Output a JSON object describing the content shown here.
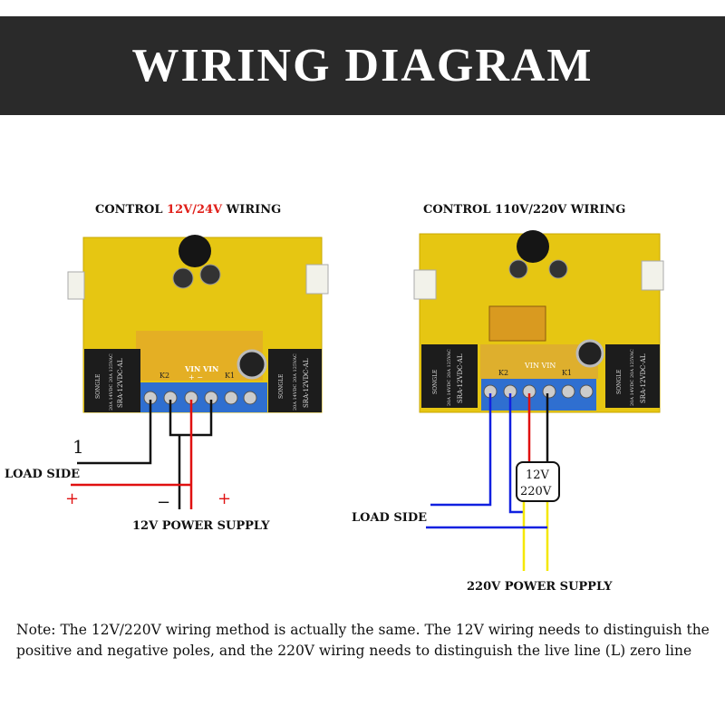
{
  "title": "WIRING DIAGRAM",
  "left": {
    "heading_prefix": "CONTROL ",
    "heading_highlight": "12V/24V",
    "heading_suffix": " WIRING",
    "highlight_color": "#e0201a",
    "wire_number": "1",
    "load_label": "LOAD SIDE",
    "plus_left": "+",
    "minus": "−",
    "plus_right": "+",
    "supply_label": "12V POWER SUPPLY"
  },
  "right": {
    "heading": "CONTROL 110V/220V WIRING",
    "box_line1": "12V",
    "box_line2": "220V",
    "load_label": "LOAD SIDE",
    "supply_label": "220V POWER SUPPLY"
  },
  "board": {
    "k2": "K2",
    "k1": "K1",
    "vin": "VIN VIN",
    "vin_polarity": "+   −",
    "relay_model": "SRA-12VDC-AL",
    "relay_rating": "20A 14VDC 20A 125VAC",
    "relay_brand": "SONGLE"
  },
  "colors": {
    "board": "#e6c612",
    "terminal": "#2f6fd0",
    "relay": "#1c1c1c",
    "red": "#e01010",
    "blue": "#1020e0",
    "yellow": "#f5e800",
    "black": "#111111"
  },
  "note": "Note: The 12V/220V wiring method is actually the same. The 12V wiring needs to distinguish the positive and negative poles, and the 220V wiring needs to distinguish the live line (L) zero line"
}
